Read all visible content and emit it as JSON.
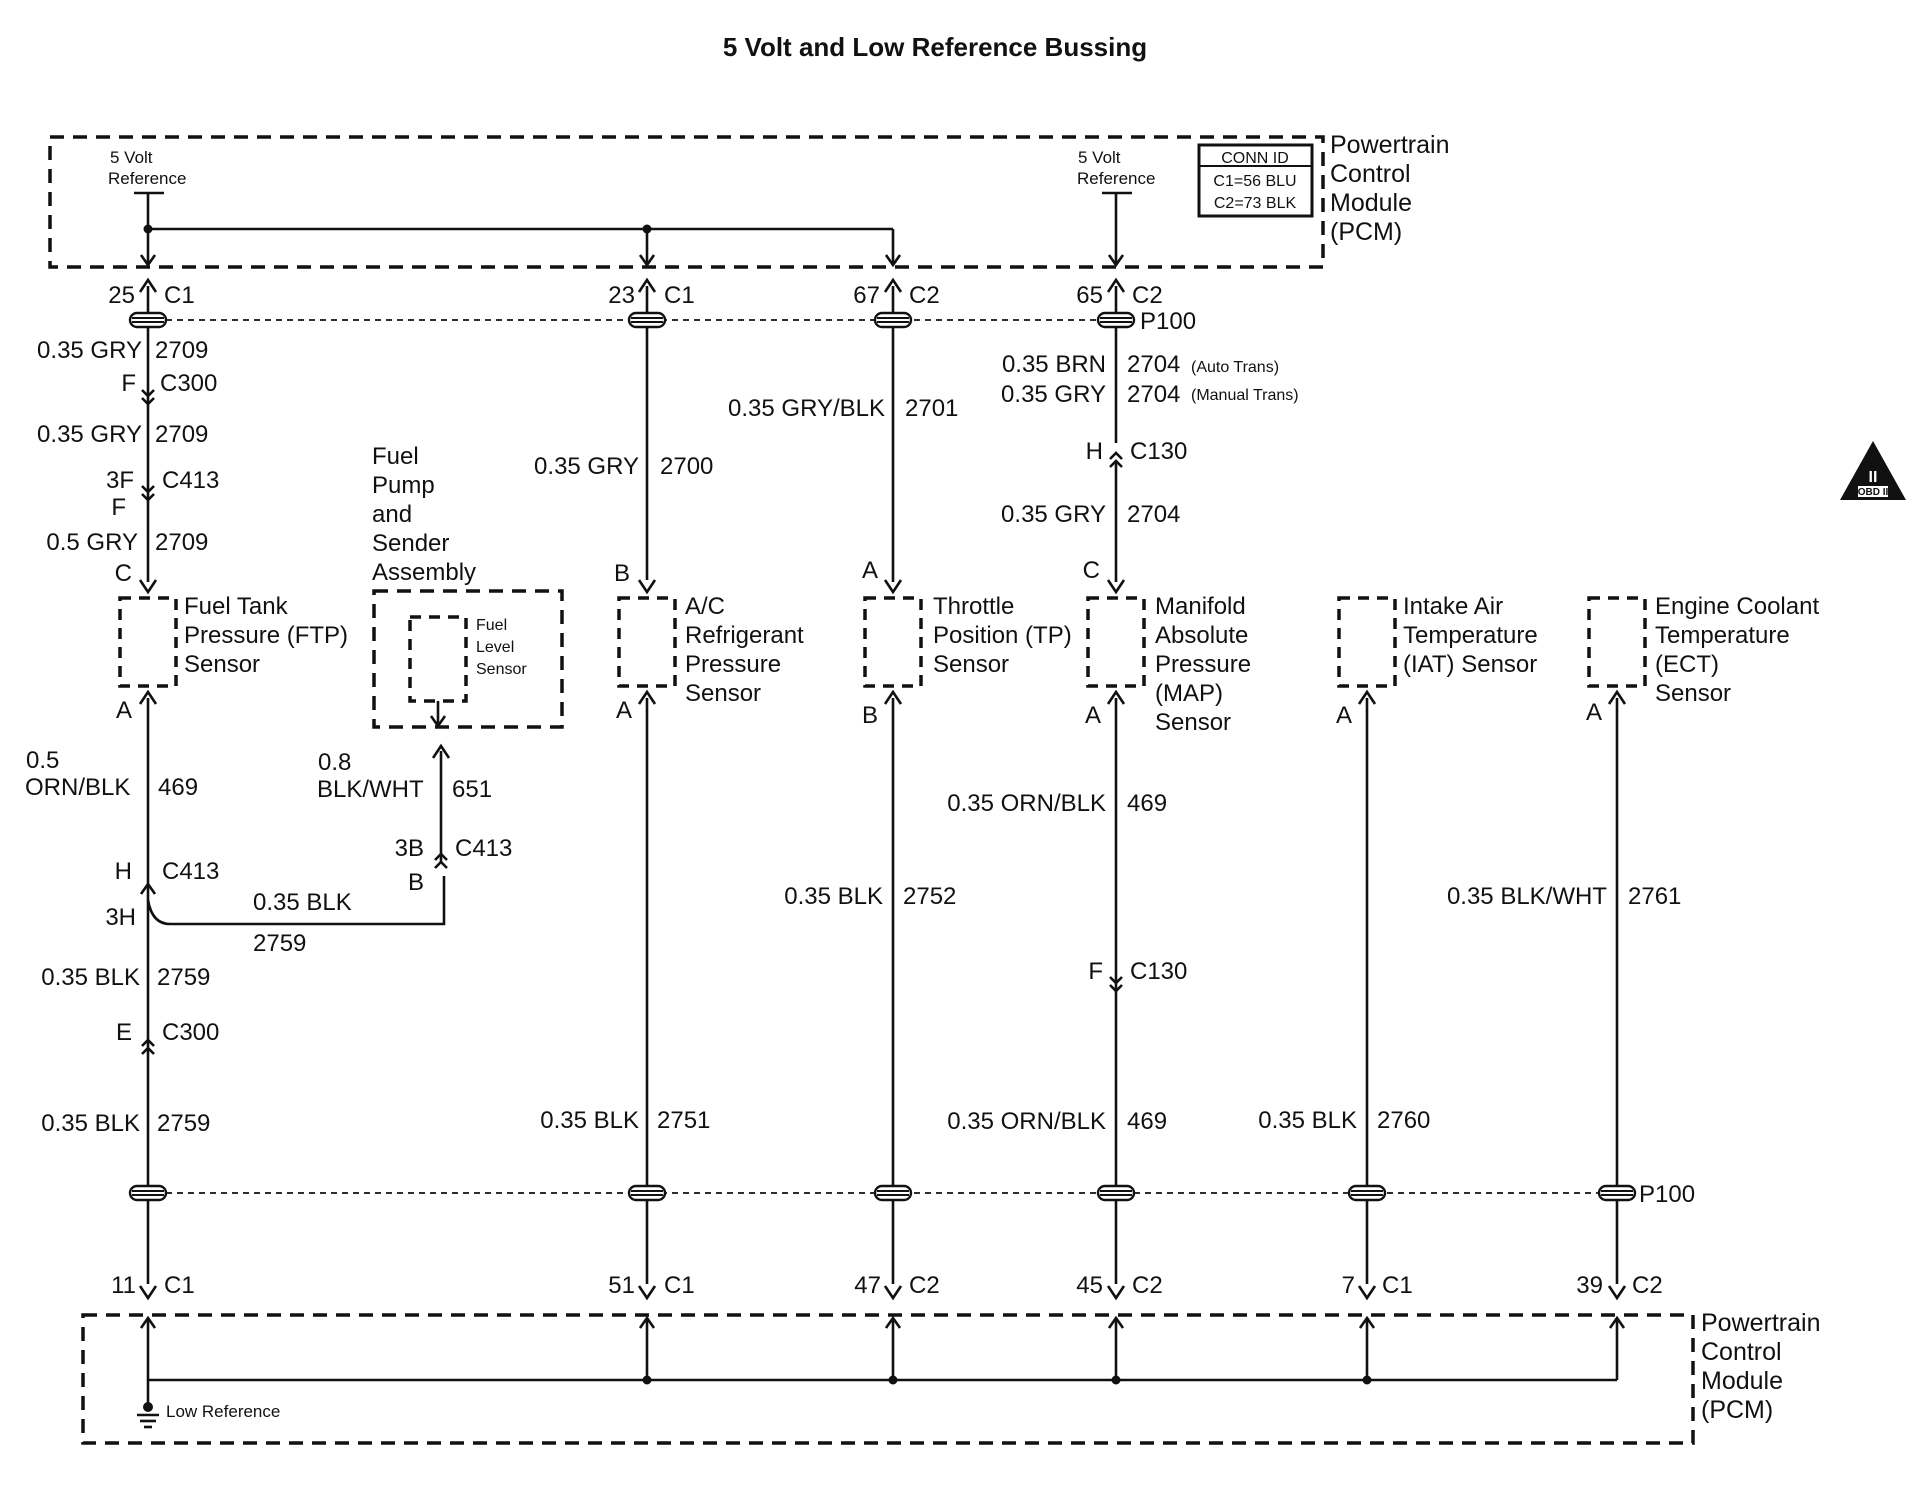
{
  "title": "5 Volt and Low Reference Bussing",
  "pcm_top": {
    "label_lines": [
      "Powertrain",
      "Control",
      "Module",
      "(PCM)"
    ],
    "ref_left": [
      "5 Volt",
      "Reference"
    ],
    "ref_right": [
      "5 Volt",
      "Reference"
    ],
    "conn_id": [
      "CONN ID",
      "C1=56 BLU",
      "C2=73 BLK"
    ]
  },
  "pcm_bottom": {
    "label_lines": [
      "Powertrain",
      "Control",
      "Module",
      "(PCM)"
    ],
    "low_reference": "Low Reference"
  },
  "splice_top": "P100",
  "splice_bottom": "P100",
  "obd_badge": [
    "II",
    "OBD II"
  ],
  "top_pins": [
    {
      "num": "25",
      "conn": "C1"
    },
    {
      "num": "23",
      "conn": "C1"
    },
    {
      "num": "67",
      "conn": "C2"
    },
    {
      "num": "65",
      "conn": "C2"
    }
  ],
  "bottom_pins": [
    {
      "num": "11",
      "conn": "C1"
    },
    {
      "num": "51",
      "conn": "C1"
    },
    {
      "num": "47",
      "conn": "C2"
    },
    {
      "num": "45",
      "conn": "C2"
    },
    {
      "num": "7",
      "conn": "C1"
    },
    {
      "num": "39",
      "conn": "C2"
    }
  ],
  "ftp": {
    "name": [
      "Fuel Tank",
      "Pressure (FTP)",
      "Sensor"
    ],
    "w1": {
      "color": "0.35 GRY",
      "circuit": "2709"
    },
    "c300_top": {
      "pin": "F",
      "conn": "C300"
    },
    "w2": {
      "color": "0.35 GRY",
      "circuit": "2709"
    },
    "c413_top": {
      "pin1": "3F",
      "pin2": "F",
      "conn": "C413"
    },
    "w3": {
      "color": "0.5 GRY",
      "circuit": "2709"
    },
    "pin_c": "C",
    "pin_a": "A",
    "w4": {
      "color1": "0.5",
      "color2": "ORN/BLK",
      "circuit": "469"
    },
    "c413_bot": {
      "pin1": "H",
      "pin2": "3H",
      "conn": "C413"
    },
    "w5": {
      "color": "0.35 BLK",
      "circuit": "2759"
    },
    "c300_bot": {
      "pin": "E",
      "conn": "C300"
    },
    "w6": {
      "color": "0.35 BLK",
      "circuit": "2759"
    }
  },
  "fuel_pump": {
    "name": [
      "Fuel",
      "Pump",
      "and",
      "Sender",
      "Assembly"
    ],
    "sensor": [
      "Fuel",
      "Level",
      "Sensor"
    ],
    "w1": {
      "color1": "0.8",
      "color2": "BLK/WHT",
      "circuit": "651"
    },
    "c413": {
      "pin1": "3B",
      "pin2": "B",
      "conn": "C413"
    },
    "w2": {
      "color": "0.35 BLK",
      "circuit": "2759"
    }
  },
  "ac": {
    "name": [
      "A/C",
      "Refrigerant",
      "Pressure",
      "Sensor"
    ],
    "w1": {
      "color": "0.35 GRY",
      "circuit": "2700"
    },
    "pin_top": "B",
    "pin_bot": "A",
    "w2": {
      "color": "0.35 BLK",
      "circuit": "2751"
    }
  },
  "tp": {
    "name": [
      "Throttle",
      "Position (TP)",
      "Sensor"
    ],
    "w1": {
      "color": "0.35 GRY/BLK",
      "circuit": "2701"
    },
    "pin_top": "A",
    "pin_bot": "B",
    "w2": {
      "color": "0.35 BLK",
      "circuit": "2752"
    }
  },
  "map": {
    "name": [
      "Manifold",
      "Absolute",
      "Pressure",
      "(MAP)",
      "Sensor"
    ],
    "w1a": {
      "color": "0.35 BRN",
      "circuit": "2704",
      "note": "(Auto Trans)"
    },
    "w1b": {
      "color": "0.35 GRY",
      "circuit": "2704",
      "note": "(Manual Trans)"
    },
    "c130_top": {
      "pin": "H",
      "conn": "C130"
    },
    "w2": {
      "color": "0.35 GRY",
      "circuit": "2704"
    },
    "pin_top": "C",
    "pin_bot": "A",
    "w3": {
      "color": "0.35 ORN/BLK",
      "circuit": "469"
    },
    "c130_bot": {
      "pin": "F",
      "conn": "C130"
    },
    "w4": {
      "color": "0.35 ORN/BLK",
      "circuit": "469"
    }
  },
  "iat": {
    "name": [
      "Intake Air",
      "Temperature",
      "(IAT) Sensor"
    ],
    "pin_bot": "A",
    "w1": {
      "color": "0.35 BLK",
      "circuit": "2760"
    }
  },
  "ect": {
    "name": [
      "Engine Coolant",
      "Temperature",
      "(ECT)",
      "Sensor"
    ],
    "pin_bot": "A",
    "w1": {
      "color": "0.35 BLK/WHT",
      "circuit": "2761"
    }
  }
}
